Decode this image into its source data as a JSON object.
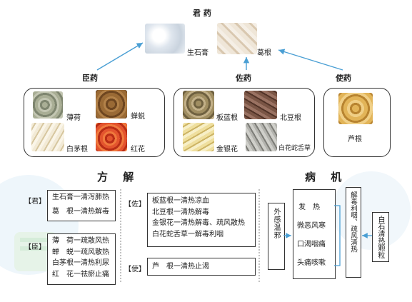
{
  "top": {
    "jun_label": "君 药",
    "herbs": [
      {
        "name": "生石膏",
        "color": "#e9edf2"
      },
      {
        "name": "葛根",
        "color": "#d8c9b6"
      }
    ]
  },
  "groups": {
    "chen": {
      "label": "臣药",
      "herbs": [
        {
          "name": "薄荷",
          "color": "#9aa086"
        },
        {
          "name": "蝉蜕",
          "color": "#8a5a2b"
        },
        {
          "name": "白茅根",
          "color": "#e7dcc0"
        },
        {
          "name": "红花",
          "color": "#d9452a"
        }
      ]
    },
    "zuo": {
      "label": "佐药",
      "herbs": [
        {
          "name": "板蓝根",
          "color": "#8a7a55"
        },
        {
          "name": "北豆根",
          "color": "#6b4a3a"
        },
        {
          "name": "金银花",
          "color": "#e3cf8a"
        },
        {
          "name": "白花蛇舌草",
          "color": "#9a9a95"
        }
      ]
    },
    "shi": {
      "label": "使药",
      "herbs": [
        {
          "name": "芦根",
          "color": "#d8a64a"
        }
      ]
    }
  },
  "fangjie": {
    "title": "方 解",
    "jun": {
      "tag": "【君】",
      "lines": [
        "生石膏一清泻肺热",
        "葛　根一清热解毒"
      ]
    },
    "chen": {
      "tag": "【臣】",
      "lines": [
        "薄　荷一疏散风热",
        "蝉　蜕一疏风散热",
        "白茅根一清热利尿",
        "红　花一祛瘀止痛"
      ]
    },
    "zuo": {
      "tag": "【佐】",
      "lines": [
        "板蓝根一清热凉血",
        "北豆根一清热解毒",
        "金银花一清热解毒、疏风散热",
        "白花蛇舌草一解毒利咽"
      ]
    },
    "shi": {
      "tag": "【使】",
      "lines": [
        "芦　根一清热止渴"
      ]
    }
  },
  "bingji": {
    "title": "病 机",
    "cause": "外感温邪",
    "symptoms": [
      "发　热",
      "微恶风寒",
      "口渴咽痛",
      "头痛咳嗽"
    ],
    "effect": "解毒利咽、疏风清热",
    "product": "白石清热颗粒"
  },
  "colors": {
    "arrow": "#4a9fd4",
    "deco": "#eaf4fa",
    "deco2": "#e3f2e6"
  }
}
